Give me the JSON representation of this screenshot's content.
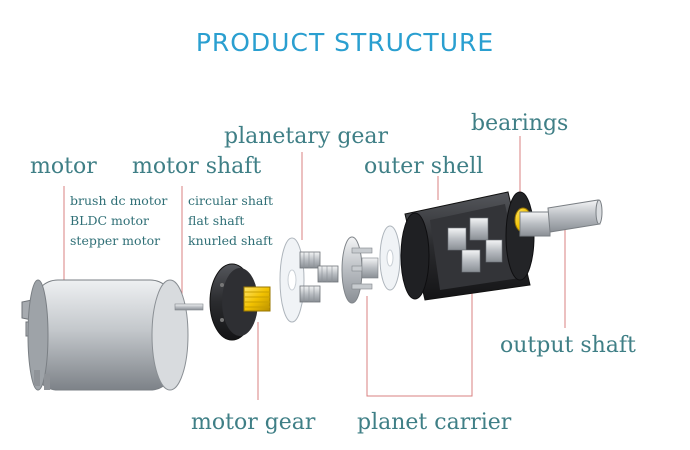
{
  "title": "PRODUCT STRUCTURE",
  "labels": {
    "motor": "motor",
    "motor_types": [
      "brush dc motor",
      "BLDC motor",
      "stepper motor"
    ],
    "motor_shaft": "motor shaft",
    "shaft_types": [
      "circular shaft",
      "flat shaft",
      "knurled shaft"
    ],
    "planetary_gear": "planetary gear",
    "outer_shell": "outer shell",
    "bearings": "bearings",
    "output_shaft": "output shaft",
    "motor_gear": "motor gear",
    "planet_carrier": "planet carrier"
  },
  "colors": {
    "title": "#2a9fd0",
    "label": "#3f7f86",
    "leader": "#d98080",
    "brass": "#f2c200",
    "steel": "#c9ccd0",
    "dark": "#2b2b2e"
  }
}
